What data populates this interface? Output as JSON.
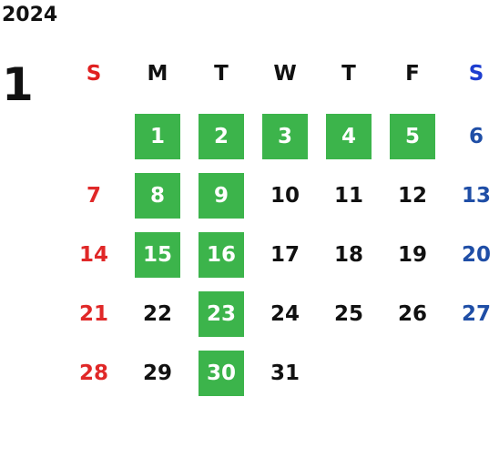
{
  "calendar": {
    "year": "2024",
    "month": "1",
    "weekdays": [
      "S",
      "M",
      "T",
      "W",
      "T",
      "F",
      "S"
    ],
    "first_weekday_index": 1,
    "days": [
      {
        "label": "1",
        "highlighted": true
      },
      {
        "label": "2",
        "highlighted": true
      },
      {
        "label": "3",
        "highlighted": true
      },
      {
        "label": "4",
        "highlighted": true
      },
      {
        "label": "5",
        "highlighted": true
      },
      {
        "label": "6",
        "highlighted": false
      },
      {
        "label": "7",
        "highlighted": false
      },
      {
        "label": "8",
        "highlighted": true
      },
      {
        "label": "9",
        "highlighted": true
      },
      {
        "label": "10",
        "highlighted": false
      },
      {
        "label": "11",
        "highlighted": false
      },
      {
        "label": "12",
        "highlighted": false
      },
      {
        "label": "13",
        "highlighted": false
      },
      {
        "label": "14",
        "highlighted": false
      },
      {
        "label": "15",
        "highlighted": true
      },
      {
        "label": "16",
        "highlighted": true
      },
      {
        "label": "17",
        "highlighted": false
      },
      {
        "label": "18",
        "highlighted": false
      },
      {
        "label": "19",
        "highlighted": false
      },
      {
        "label": "20",
        "highlighted": false
      },
      {
        "label": "21",
        "highlighted": false
      },
      {
        "label": "22",
        "highlighted": false
      },
      {
        "label": "23",
        "highlighted": true
      },
      {
        "label": "24",
        "highlighted": false
      },
      {
        "label": "25",
        "highlighted": false
      },
      {
        "label": "26",
        "highlighted": false
      },
      {
        "label": "27",
        "highlighted": false
      },
      {
        "label": "28",
        "highlighted": false
      },
      {
        "label": "29",
        "highlighted": false
      },
      {
        "label": "30",
        "highlighted": true
      },
      {
        "label": "31",
        "highlighted": false
      }
    ]
  },
  "colors": {
    "highlight": "#3cb44b",
    "sunday": "#e02828",
    "saturday": "#1f4ea6",
    "weekday": "#111111"
  }
}
